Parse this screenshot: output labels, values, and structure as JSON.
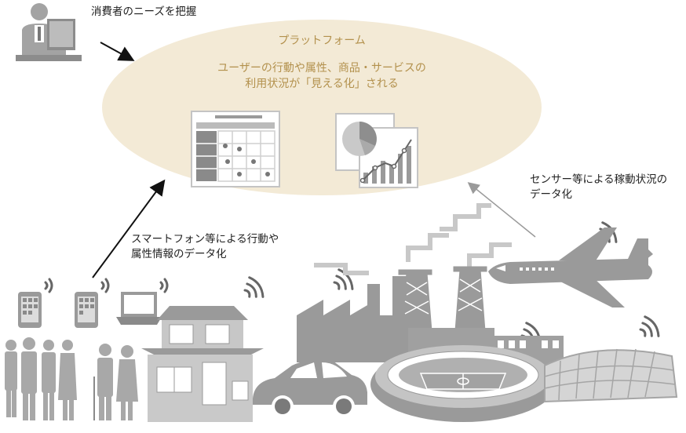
{
  "labels": {
    "consumer_needs": "消費者のニーズを把握",
    "platform_title": "プラットフォーム",
    "platform_desc_line1": "ユーザーの行動や属性、商品・サービスの",
    "platform_desc_line2": "利用状況が「見える化」される",
    "sensor_line1": "センサー等による稼動状況の",
    "sensor_line2": "データ化",
    "smartphone_line1": "スマートフォン等による行動や",
    "smartphone_line2": "属性情報のデータ化"
  },
  "colors": {
    "platform_fill": "#f3ead6",
    "platform_text": "#b3914d",
    "gray_dark": "#8e8e8e",
    "gray_mid": "#a9a9a9",
    "gray_light": "#c8c8c8"
  }
}
